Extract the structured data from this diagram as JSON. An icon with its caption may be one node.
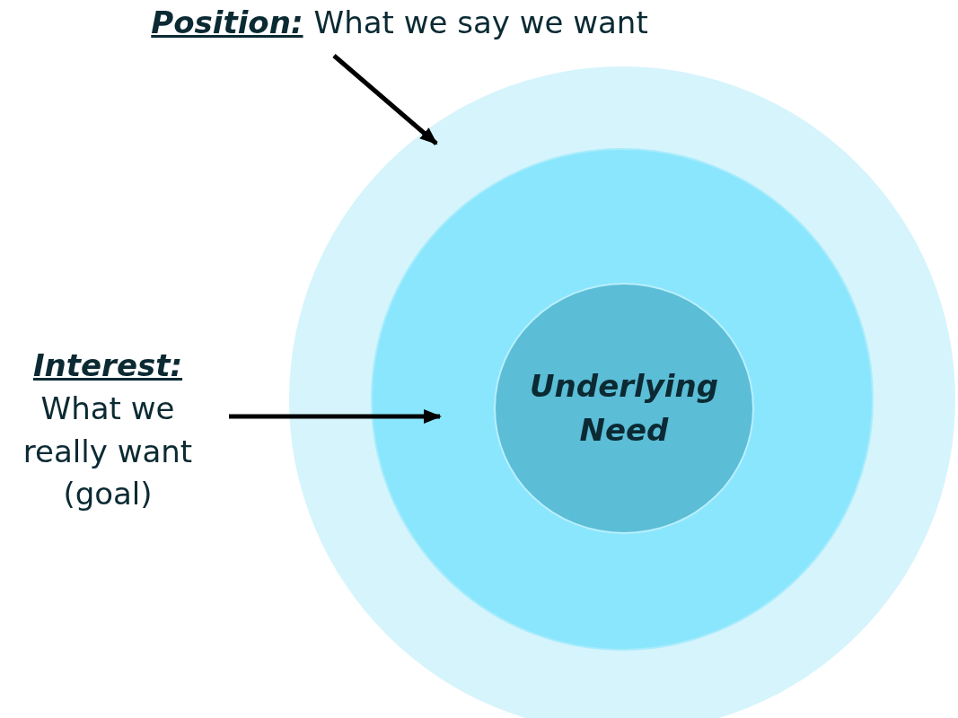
{
  "diagram": {
    "nodes": [
      {
        "text": [
          "Position:",
          "What we say we want"
        ]
      },
      {
        "text": [
          "Interest:",
          "What we really want (goal)"
        ]
      },
      {
        "text": [],
        "shape": "circle"
      },
      {
        "text": [],
        "shape": "circle",
        "in": 2
      },
      {
        "text": [
          "Underlying Need"
        ],
        "in": 3
      }
    ],
    "edges": [
      {
        "from": 0,
        "to": 2,
        "arrow": "to"
      },
      {
        "from": 1,
        "to": null,
        "arrow": "to"
      }
    ]
  }
}
